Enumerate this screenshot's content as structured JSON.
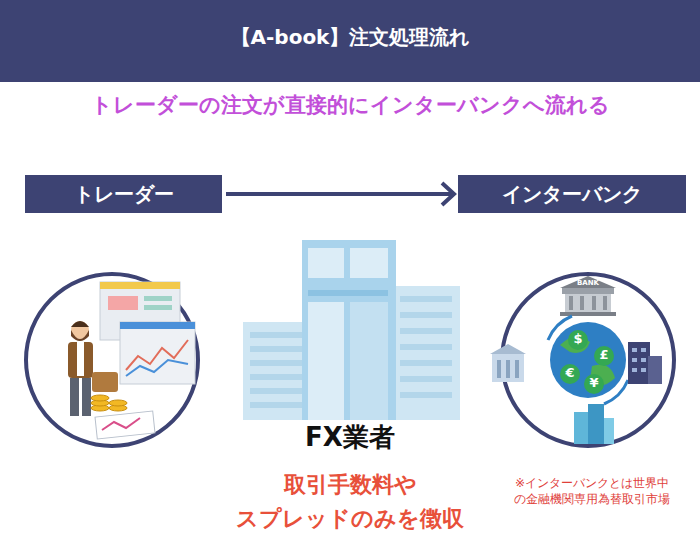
{
  "diagram": {
    "title": "【A-book】注文処理流れ",
    "nodes": [
      {
        "text": [
          "トレーダー"
        ]
      },
      {
        "text": [
          "インターバンク"
        ]
      }
    ],
    "edges": [
      {
        "from": 0,
        "to": 1,
        "arrow": "to"
      }
    ],
    "labels": [
      "トレーダーの注文が直接的にインターバンクへ流れる",
      "BANK",
      "$",
      "£",
      "€",
      "¥",
      "FX業者",
      "取引手数料や スプレッドのみを徴収",
      "※インターバンクとは世界中 の金融機関専用為替取引市場"
    ]
  }
}
